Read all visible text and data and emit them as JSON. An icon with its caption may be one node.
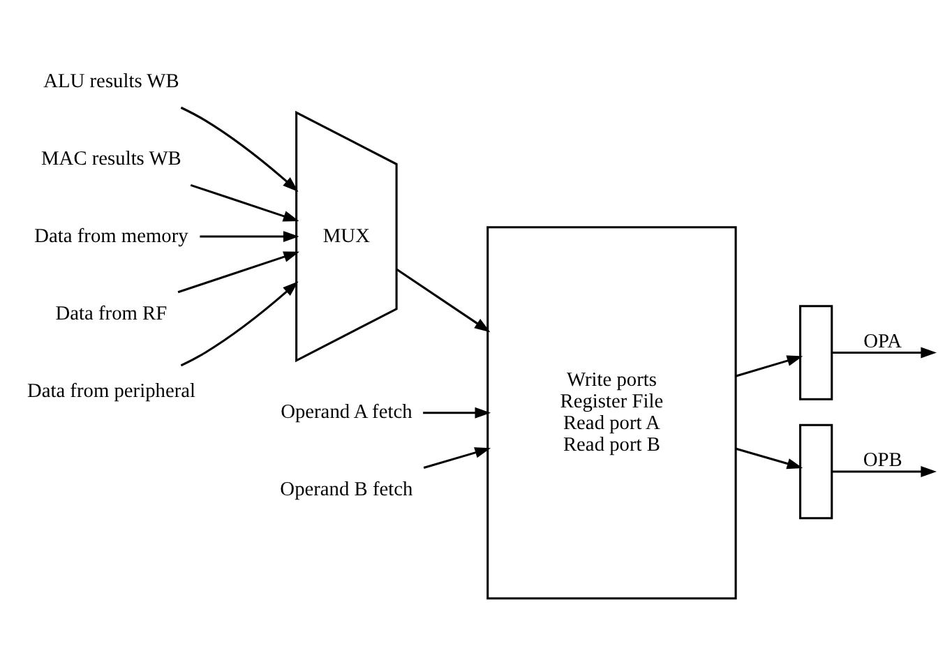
{
  "diagram": {
    "nodes": [
      {
        "text": [
          "ALU results WB"
        ]
      },
      {
        "text": [
          "MAC results WB"
        ]
      },
      {
        "text": [
          "Data from memory"
        ]
      },
      {
        "text": [
          "Data from RF"
        ]
      },
      {
        "text": [
          "Data from peripheral"
        ]
      },
      {
        "text": [
          "MUX"
        ]
      },
      {
        "text": [
          "Operand A fetch"
        ]
      },
      {
        "text": [
          "Operand B fetch"
        ]
      },
      {
        "text": [
          "Write ports",
          "Register File",
          "Read port A",
          "Read port B"
        ]
      },
      {
        "text": [],
        "shape": "box"
      },
      {
        "text": [],
        "shape": "box"
      }
    ],
    "edges": [
      {
        "from": 0,
        "to": 5,
        "arrow": "to"
      },
      {
        "from": 1,
        "to": 5,
        "arrow": "to"
      },
      {
        "from": 2,
        "to": 5,
        "arrow": "to"
      },
      {
        "from": 3,
        "to": 5,
        "arrow": "to"
      },
      {
        "from": 4,
        "to": 5,
        "arrow": "to"
      },
      {
        "from": 5,
        "to": 8,
        "arrow": "to"
      },
      {
        "from": 6,
        "to": 8,
        "arrow": "to"
      },
      {
        "from": 7,
        "to": 8,
        "arrow": "to"
      },
      {
        "from": 8,
        "to": 9,
        "arrow": "to"
      },
      {
        "from": 8,
        "to": 10,
        "arrow": "to"
      },
      {
        "from": 9,
        "to": null,
        "label": "OPA",
        "arrow": "to"
      },
      {
        "from": 10,
        "to": null,
        "label": "OPB",
        "arrow": "to"
      }
    ]
  }
}
